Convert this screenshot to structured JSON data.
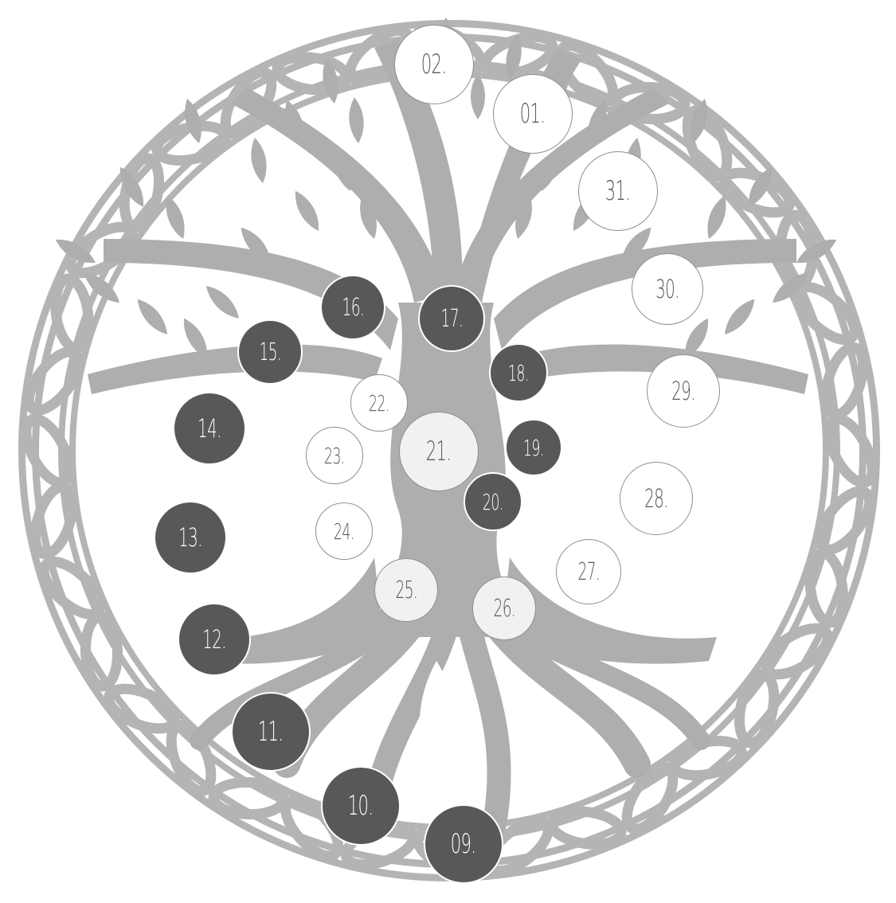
{
  "colors": {
    "tree": "#aeaeae",
    "dark_fill": "#585858",
    "light_fill": "#ffffff",
    "pale_fill": "#f1f1f1",
    "outline": "#8f8f8f"
  },
  "days": [
    {
      "label": "02.",
      "style": "light"
    },
    {
      "label": "01.",
      "style": "light"
    },
    {
      "label": "31.",
      "style": "light"
    },
    {
      "label": "30.",
      "style": "light"
    },
    {
      "label": "29.",
      "style": "light"
    },
    {
      "label": "28.",
      "style": "light"
    },
    {
      "label": "27.",
      "style": "light"
    },
    {
      "label": "26.",
      "style": "pale"
    },
    {
      "label": "25.",
      "style": "pale"
    },
    {
      "label": "24.",
      "style": "light"
    },
    {
      "label": "23.",
      "style": "light"
    },
    {
      "label": "22.",
      "style": "light"
    },
    {
      "label": "21.",
      "style": "pale"
    },
    {
      "label": "20.",
      "style": "dark"
    },
    {
      "label": "19.",
      "style": "dark"
    },
    {
      "label": "18.",
      "style": "dark"
    },
    {
      "label": "17.",
      "style": "dark"
    },
    {
      "label": "16.",
      "style": "dark"
    },
    {
      "label": "15.",
      "style": "dark"
    },
    {
      "label": "14.",
      "style": "dark"
    },
    {
      "label": "13.",
      "style": "dark"
    },
    {
      "label": "12.",
      "style": "dark"
    },
    {
      "label": "11.",
      "style": "dark"
    },
    {
      "label": "10.",
      "style": "dark"
    },
    {
      "label": "09.",
      "style": "dark"
    }
  ]
}
